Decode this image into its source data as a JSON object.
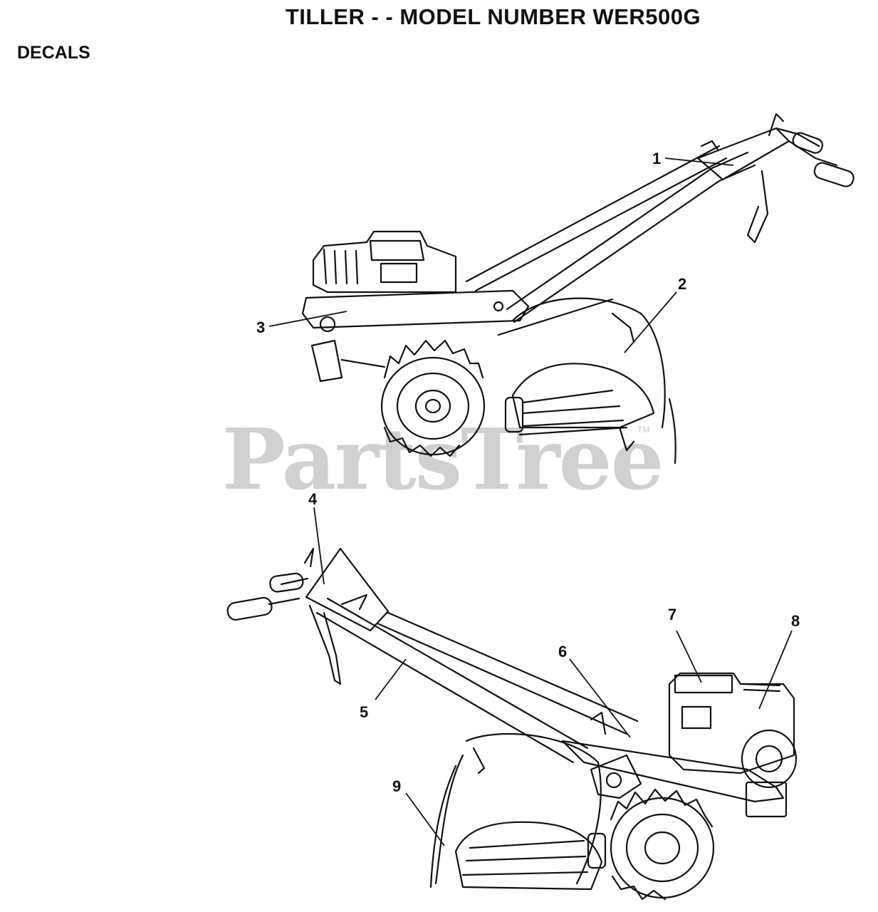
{
  "header": {
    "title": "TILLER - - MODEL NUMBER WER500G",
    "section": "DECALS"
  },
  "watermark": {
    "text": "PartsTree",
    "trademark": "TM"
  },
  "callouts": {
    "c1": "1",
    "c2": "2",
    "c3": "3",
    "c4": "4",
    "c5": "5",
    "c6": "6",
    "c7": "7",
    "c8": "8",
    "c9": "9"
  },
  "colors": {
    "line": "#111111",
    "watermark": "#d0d0d0",
    "background": "#ffffff"
  }
}
